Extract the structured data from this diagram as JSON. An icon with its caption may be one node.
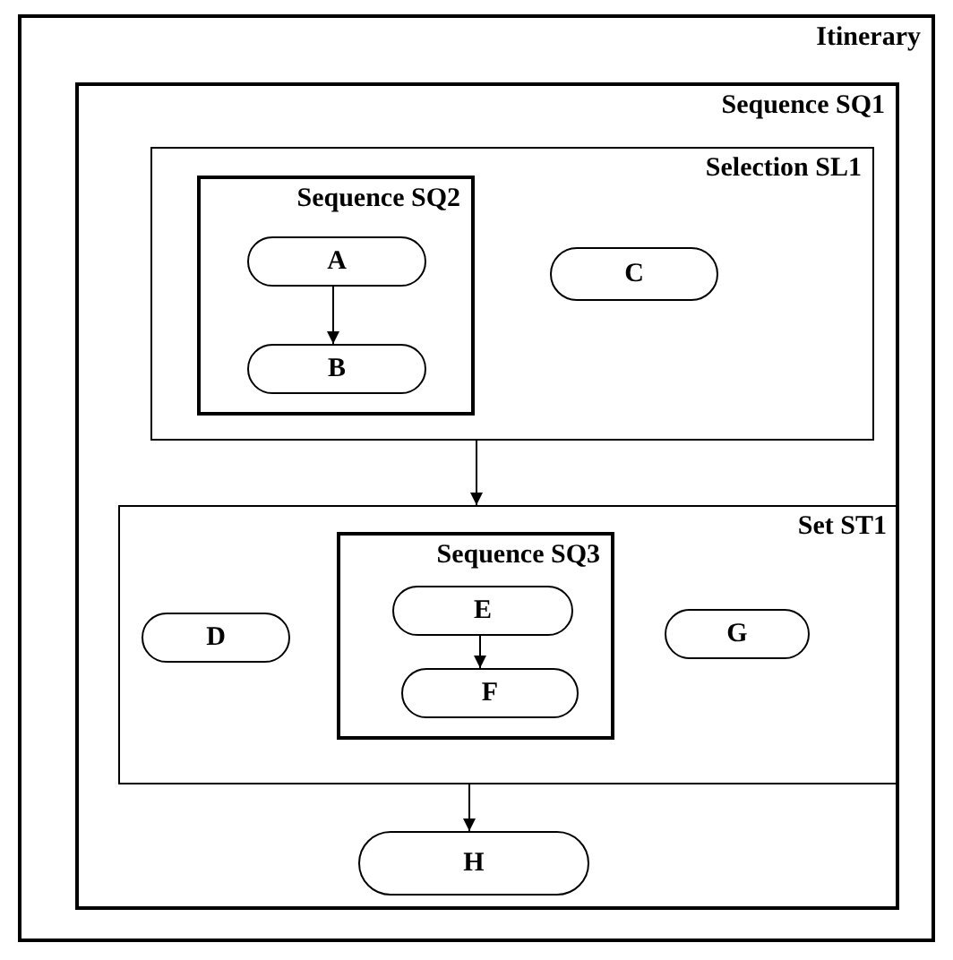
{
  "diagram": {
    "nodes": [
      {
        "text": [
          "Itinerary"
        ]
      },
      {
        "text": [
          "Sequence SQ1"
        ],
        "in": 0
      },
      {
        "text": [
          "Selection SL1"
        ],
        "in": 1
      },
      {
        "text": [
          "Sequence SQ2"
        ],
        "in": 2
      },
      {
        "text": [
          "A"
        ],
        "in": 3
      },
      {
        "text": [
          "B"
        ],
        "in": 3
      },
      {
        "text": [
          "C"
        ],
        "in": 2
      },
      {
        "text": [
          "Set ST1"
        ],
        "in": 1
      },
      {
        "text": [
          "Sequence SQ3"
        ],
        "in": 7
      },
      {
        "text": [
          "D"
        ],
        "in": 7
      },
      {
        "text": [
          "E"
        ],
        "in": 8
      },
      {
        "text": [
          "F"
        ],
        "in": 8
      },
      {
        "text": [
          "G"
        ],
        "in": 7
      },
      {
        "text": [
          "H"
        ],
        "in": 1
      }
    ],
    "edges": [
      {
        "from": 4,
        "to": 5,
        "arrow": "to"
      },
      {
        "from": 2,
        "to": 7,
        "arrow": "to"
      },
      {
        "from": 10,
        "to": 11,
        "arrow": "to"
      },
      {
        "from": 7,
        "to": 13,
        "arrow": "to"
      }
    ]
  }
}
